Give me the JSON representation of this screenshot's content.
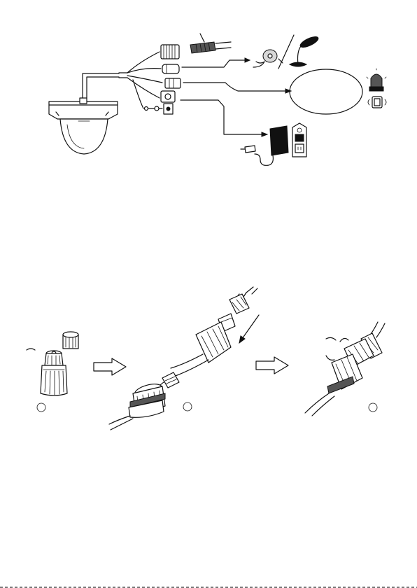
{
  "figure_top": {
    "camera": "dome-camera",
    "cables": [
      "network-connector",
      "audio-in-connector",
      "audio-out-connector",
      "video-connector",
      "dc-power-connector"
    ],
    "devices": [
      "network-cable-plug",
      "microphone",
      "pickup",
      "alarm-light",
      "alarm-speaker",
      "power-adapter",
      "power-outlet"
    ]
  },
  "figure_bottom": {
    "steps": [
      {
        "marker": "step-1-circle"
      },
      {
        "marker": "step-2-circle"
      },
      {
        "marker": "step-3-circle"
      }
    ]
  },
  "colors": {
    "line": "#111111",
    "fill_light": "#d8d8d8",
    "fill_dark": "#555555"
  }
}
